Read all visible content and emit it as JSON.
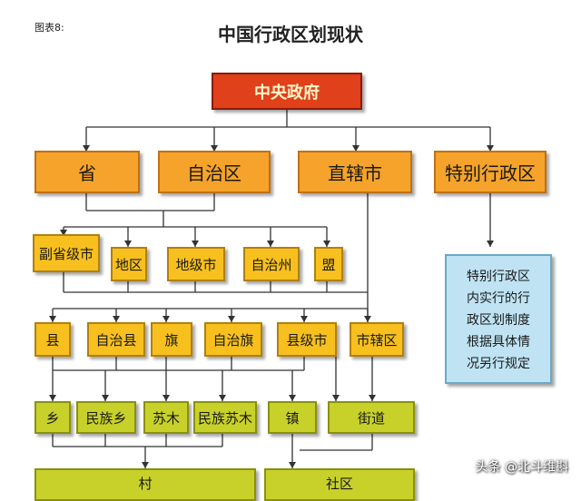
{
  "figure_label": "图表8:",
  "title": "中国行政区划现状",
  "nodes": {
    "central": "中央政府",
    "province": "省",
    "autonomous_region": "自治区",
    "municipality": "直辖市",
    "sar": "特别行政区",
    "sub_provincial_city": "副省级市",
    "prefecture": "地区",
    "prefecture_city": "地级市",
    "autonomous_prefecture": "自治州",
    "league": "盟",
    "county": "县",
    "autonomous_county": "自治县",
    "banner": "旗",
    "autonomous_banner": "自治旗",
    "county_city": "县级市",
    "municipal_district": "市辖区",
    "township": "乡",
    "ethnic_township": "民族乡",
    "sumu": "苏木",
    "ethnic_sumu": "民族苏木",
    "town": "镇",
    "subdistrict": "街道",
    "village": "村",
    "community": "社区"
  },
  "sar_note": [
    "特别行政区",
    "内实行的行",
    "政区划制度",
    "根据具体情",
    "况另行规定"
  ],
  "watermark": "头条 @北斗维斟",
  "colors": {
    "central": "#e0401a",
    "level1": "#f5a32a",
    "level2": "#f7c01e",
    "level4": "#c8d12a",
    "note": "#bfe3f3"
  }
}
